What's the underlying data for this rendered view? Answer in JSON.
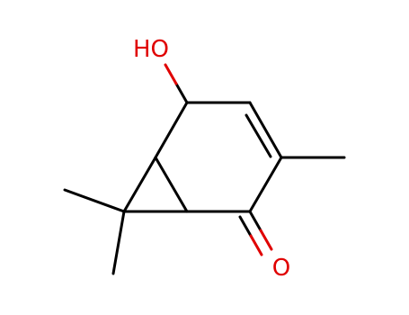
{
  "molecule": {
    "atoms": [
      {
        "id": "hydroxyl",
        "label": "HO",
        "color": "#e00000"
      },
      {
        "id": "carbonyl_oxygen",
        "label": "O",
        "color": "#e00000"
      }
    ],
    "bond_color": "#000000"
  }
}
